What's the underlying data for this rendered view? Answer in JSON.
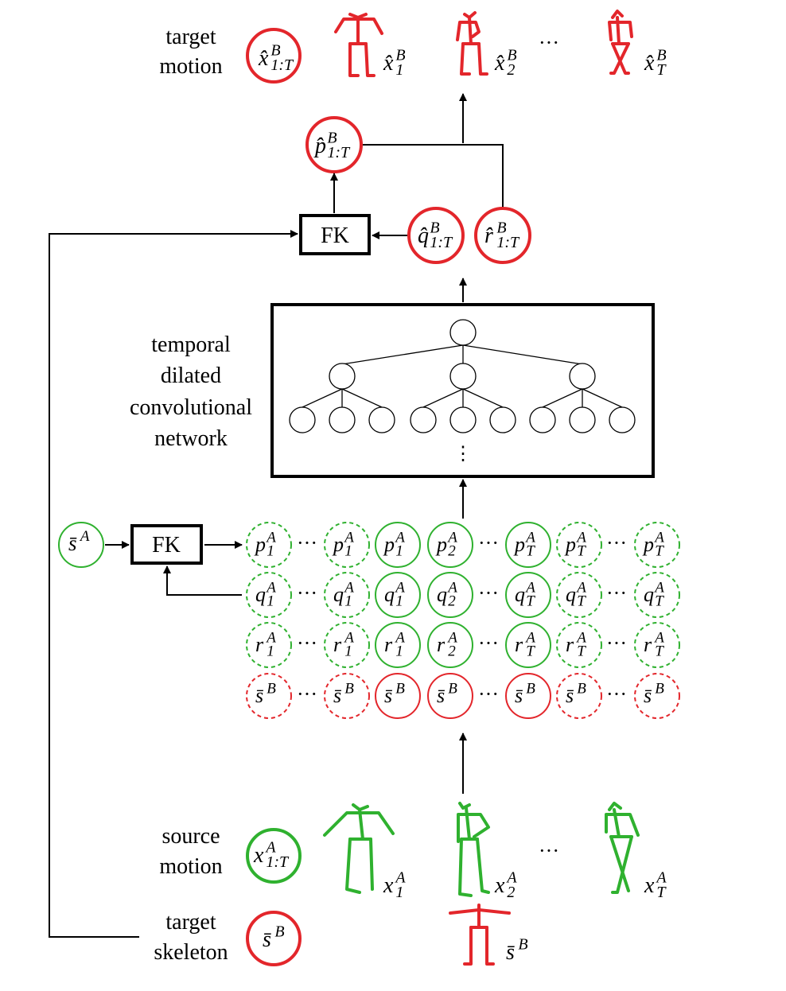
{
  "colors": {
    "green": "#2fb12f",
    "red": "#e3262b",
    "black": "#000000"
  },
  "labels": {
    "target_motion": [
      "target",
      "motion"
    ],
    "tdcn": [
      "temporal",
      "dilated",
      "convolutional",
      "network"
    ],
    "source_motion": [
      "source",
      "motion"
    ],
    "target_skeleton": [
      "target",
      "skeleton"
    ],
    "fk_top": "FK",
    "fk_mid": "FK",
    "ellipsis": "···",
    "vdots": "⋮"
  },
  "math": {
    "x_hat_seq": {
      "base": "x̂",
      "sup": "B",
      "sub": "1:T"
    },
    "x_hat_1": {
      "base": "x̂",
      "sup": "B",
      "sub": "1"
    },
    "x_hat_2": {
      "base": "x̂",
      "sup": "B",
      "sub": "2"
    },
    "x_hat_T": {
      "base": "x̂",
      "sup": "B",
      "sub": "T"
    },
    "p_hat_seq": {
      "base": "p̂",
      "sup": "B",
      "sub": "1:T"
    },
    "q_hat_seq": {
      "base": "q̂",
      "sup": "B",
      "sub": "1:T"
    },
    "r_hat_seq": {
      "base": "r̂",
      "sup": "B",
      "sub": "1:T"
    },
    "s_bar_A": {
      "base": "s̄",
      "sup": "A",
      "sub": ""
    },
    "x_A_seq": {
      "base": "x",
      "sup": "A",
      "sub": "1:T"
    },
    "x_A_1": {
      "base": "x",
      "sup": "A",
      "sub": "1"
    },
    "x_A_2": {
      "base": "x",
      "sup": "A",
      "sub": "2"
    },
    "x_A_T": {
      "base": "x",
      "sup": "A",
      "sub": "T"
    },
    "s_bar_B_target": {
      "base": "s̄",
      "sup": "B",
      "sub": ""
    },
    "s_bar_B_skel": {
      "base": "s̄",
      "sup": "B",
      "sub": ""
    }
  },
  "grid": {
    "rows": [
      {
        "name": "p",
        "cells": [
          {
            "base": "p",
            "sup": "A",
            "sub": "1",
            "style": "dashed",
            "color": "green"
          },
          {
            "base": "p",
            "sup": "A",
            "sub": "1",
            "style": "dashed",
            "color": "green"
          },
          {
            "base": "p",
            "sup": "A",
            "sub": "1",
            "style": "solid",
            "color": "green"
          },
          {
            "base": "p",
            "sup": "A",
            "sub": "2",
            "style": "solid",
            "color": "green"
          },
          {
            "base": "p",
            "sup": "A",
            "sub": "T",
            "style": "solid",
            "color": "green"
          },
          {
            "base": "p",
            "sup": "A",
            "sub": "T",
            "style": "dashed",
            "color": "green"
          },
          {
            "base": "p",
            "sup": "A",
            "sub": "T",
            "style": "dashed",
            "color": "green"
          }
        ]
      },
      {
        "name": "q",
        "cells": [
          {
            "base": "q",
            "sup": "A",
            "sub": "1",
            "style": "dashed",
            "color": "green"
          },
          {
            "base": "q",
            "sup": "A",
            "sub": "1",
            "style": "dashed",
            "color": "green"
          },
          {
            "base": "q",
            "sup": "A",
            "sub": "1",
            "style": "solid",
            "color": "green"
          },
          {
            "base": "q",
            "sup": "A",
            "sub": "2",
            "style": "solid",
            "color": "green"
          },
          {
            "base": "q",
            "sup": "A",
            "sub": "T",
            "style": "solid",
            "color": "green"
          },
          {
            "base": "q",
            "sup": "A",
            "sub": "T",
            "style": "dashed",
            "color": "green"
          },
          {
            "base": "q",
            "sup": "A",
            "sub": "T",
            "style": "dashed",
            "color": "green"
          }
        ]
      },
      {
        "name": "r",
        "cells": [
          {
            "base": "r",
            "sup": "A",
            "sub": "1",
            "style": "dashed",
            "color": "green"
          },
          {
            "base": "r",
            "sup": "A",
            "sub": "1",
            "style": "dashed",
            "color": "green"
          },
          {
            "base": "r",
            "sup": "A",
            "sub": "1",
            "style": "solid",
            "color": "green"
          },
          {
            "base": "r",
            "sup": "A",
            "sub": "2",
            "style": "solid",
            "color": "green"
          },
          {
            "base": "r",
            "sup": "A",
            "sub": "T",
            "style": "solid",
            "color": "green"
          },
          {
            "base": "r",
            "sup": "A",
            "sub": "T",
            "style": "dashed",
            "color": "green"
          },
          {
            "base": "r",
            "sup": "A",
            "sub": "T",
            "style": "dashed",
            "color": "green"
          }
        ]
      },
      {
        "name": "s",
        "cells": [
          {
            "base": "s̄",
            "sup": "B",
            "sub": "",
            "style": "dashed",
            "color": "red"
          },
          {
            "base": "s̄",
            "sup": "B",
            "sub": "",
            "style": "dashed",
            "color": "red"
          },
          {
            "base": "s̄",
            "sup": "B",
            "sub": "",
            "style": "solid",
            "color": "red"
          },
          {
            "base": "s̄",
            "sup": "B",
            "sub": "",
            "style": "solid",
            "color": "red"
          },
          {
            "base": "s̄",
            "sup": "B",
            "sub": "",
            "style": "solid",
            "color": "red"
          },
          {
            "base": "s̄",
            "sup": "B",
            "sub": "",
            "style": "dashed",
            "color": "red"
          },
          {
            "base": "s̄",
            "sup": "B",
            "sub": "",
            "style": "dashed",
            "color": "red"
          }
        ]
      }
    ]
  }
}
